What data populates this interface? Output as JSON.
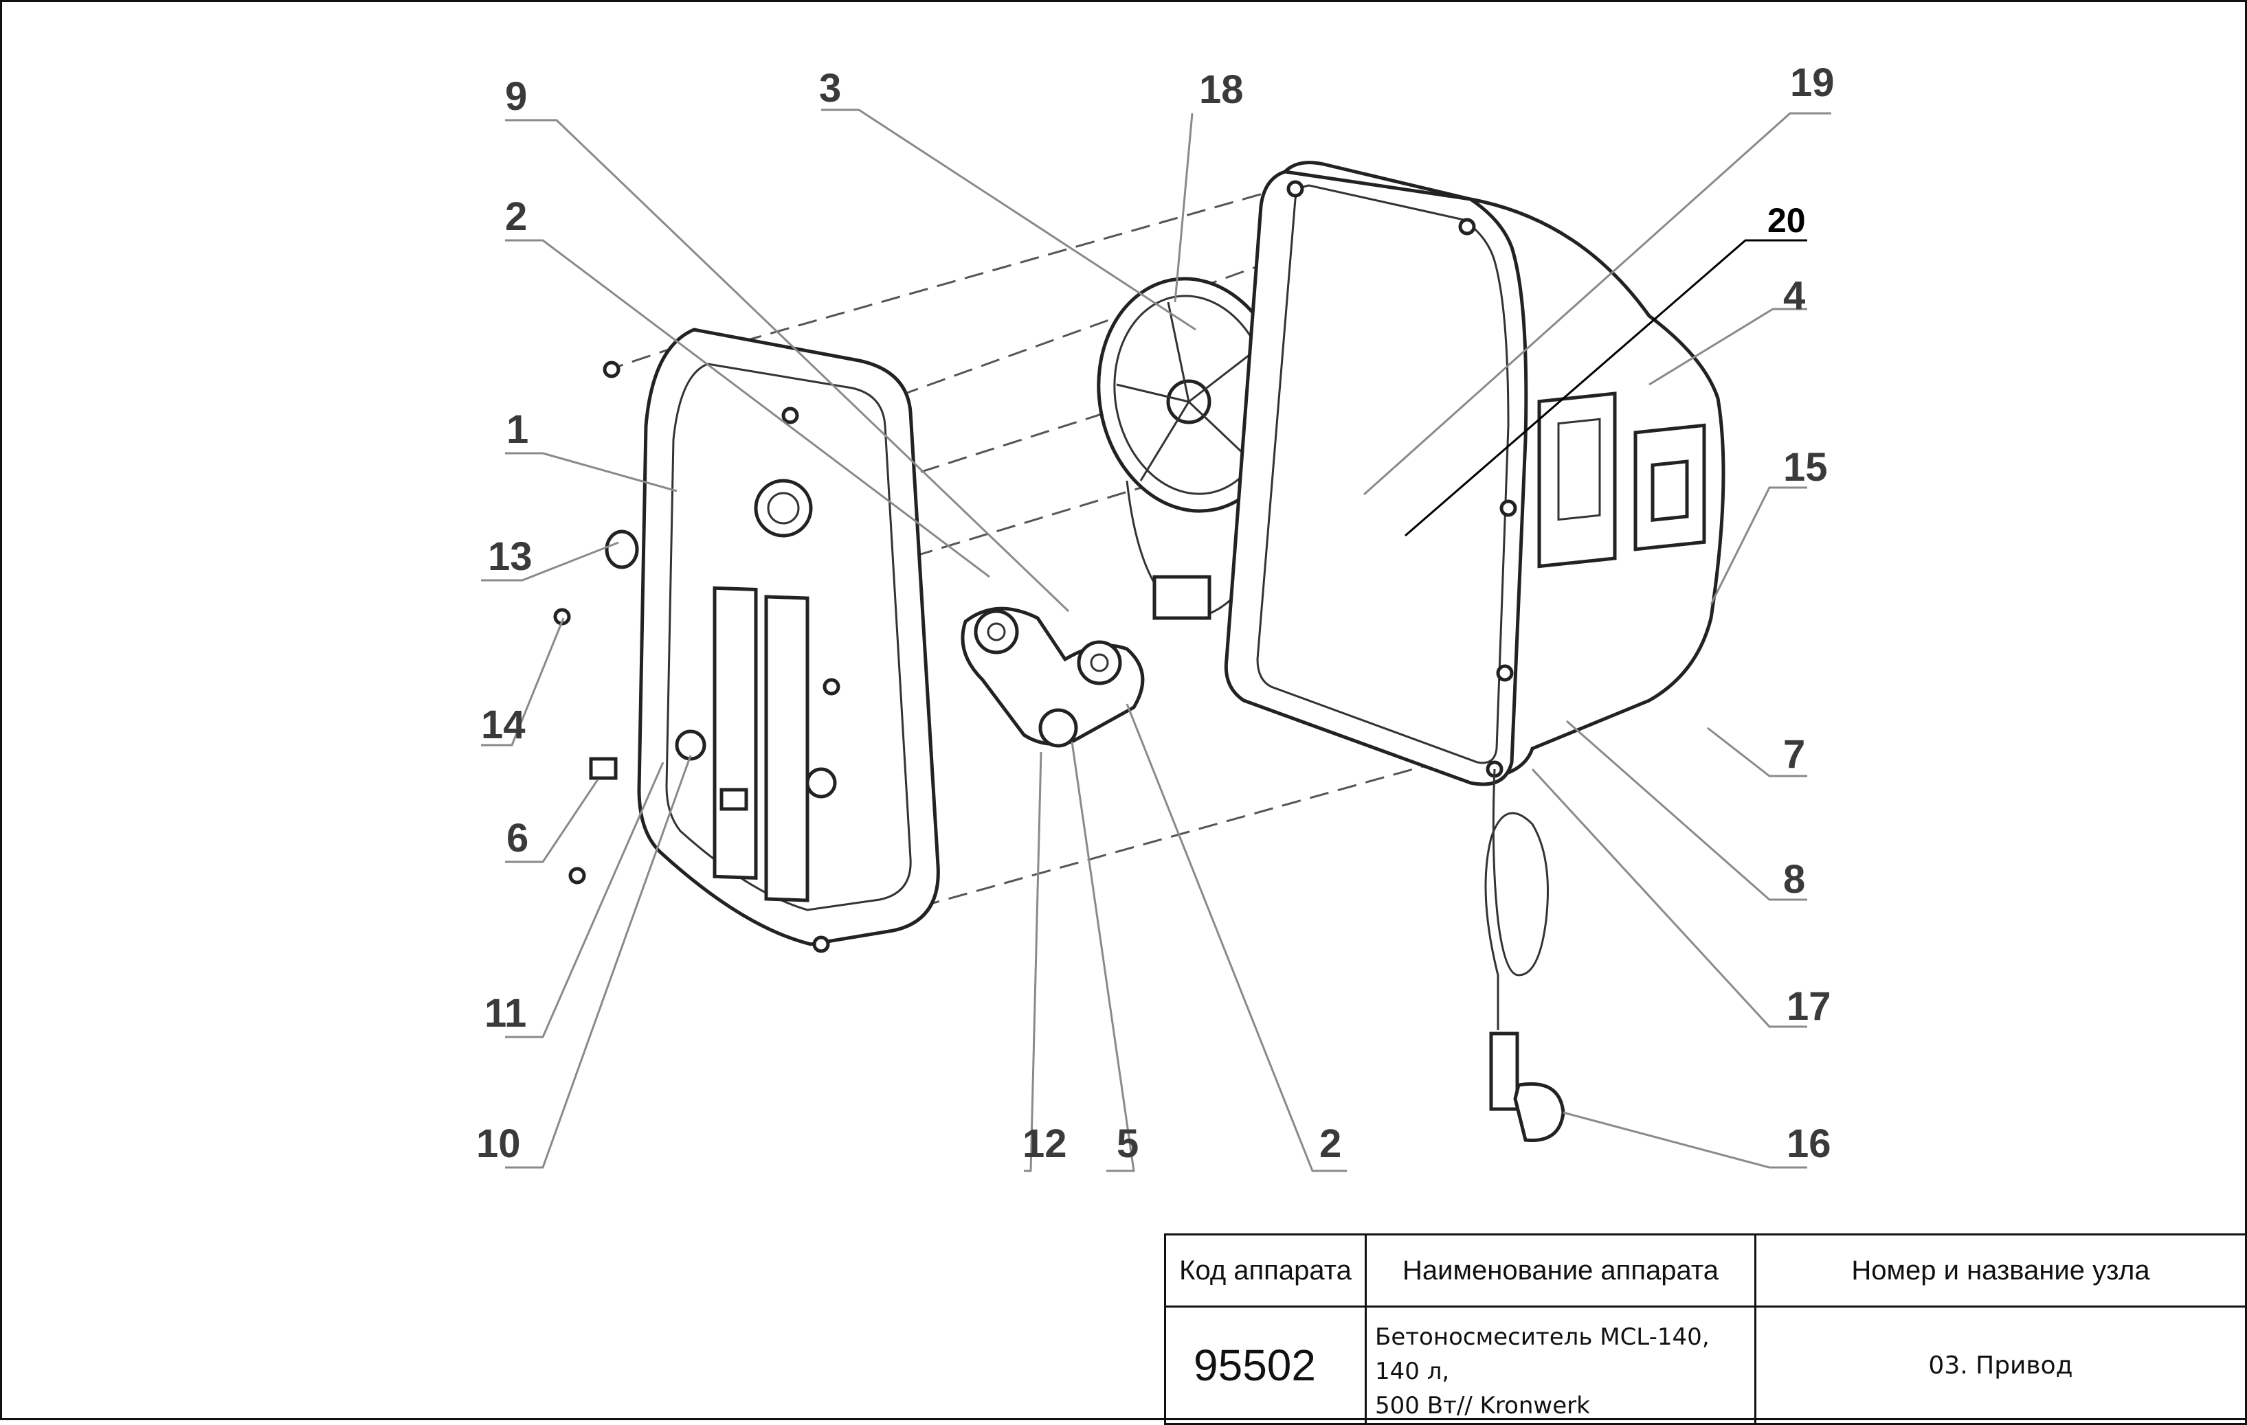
{
  "diagram": {
    "callouts": [
      "1",
      "2",
      "2",
      "3",
      "4",
      "5",
      "6",
      "7",
      "8",
      "9",
      "10",
      "11",
      "12",
      "13",
      "14",
      "15",
      "16",
      "17",
      "18",
      "19",
      "20"
    ]
  },
  "title_block": {
    "headers": {
      "code": "Код аппарата",
      "name": "Наименование аппарата",
      "node": "Номер и название узла"
    },
    "code": "95502",
    "name_line1": "Бетоносмеситель MCL-140, 140 л,",
    "name_line2": "500 Вт// Kronwerk",
    "node": "03. Привод"
  }
}
